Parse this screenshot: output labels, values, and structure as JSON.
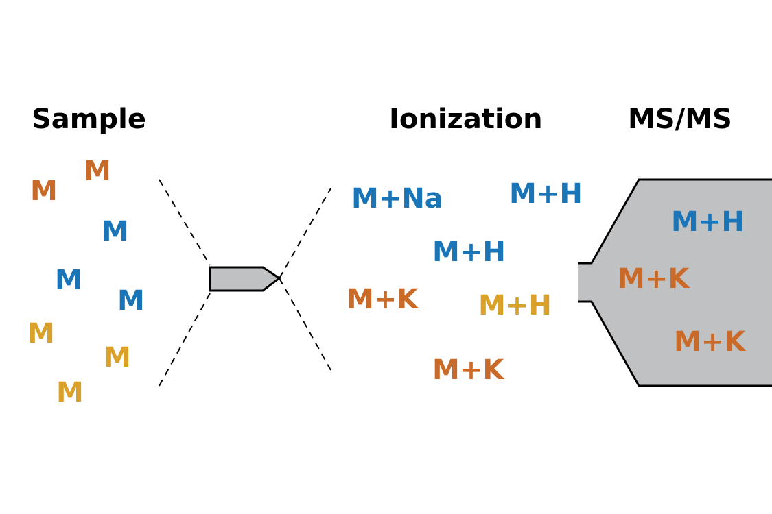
{
  "headings": {
    "sample": "Sample",
    "ionization": "Ionization",
    "msms": "MS/MS"
  },
  "colors": {
    "orange": "#c96a29",
    "blue": "#1a75b8",
    "gold": "#d9a12a",
    "device_fill": "#c0c1c3",
    "stroke": "#000000"
  },
  "sample_molecules": [
    {
      "label": "M",
      "color": "orange"
    },
    {
      "label": "M",
      "color": "orange"
    },
    {
      "label": "M",
      "color": "blue"
    },
    {
      "label": "M",
      "color": "blue"
    },
    {
      "label": "M",
      "color": "blue"
    },
    {
      "label": "M",
      "color": "gold"
    },
    {
      "label": "M",
      "color": "gold"
    },
    {
      "label": "M",
      "color": "gold"
    }
  ],
  "ionized_species": [
    {
      "label": "M+Na",
      "color": "blue"
    },
    {
      "label": "M+H",
      "color": "blue"
    },
    {
      "label": "M+H",
      "color": "blue"
    },
    {
      "label": "M+K",
      "color": "orange"
    },
    {
      "label": "M+H",
      "color": "gold"
    },
    {
      "label": "M+K",
      "color": "orange"
    }
  ],
  "msms_species": [
    {
      "label": "M+H",
      "color": "blue"
    },
    {
      "label": "M+K",
      "color": "orange"
    },
    {
      "label": "M+K",
      "color": "orange"
    }
  ]
}
